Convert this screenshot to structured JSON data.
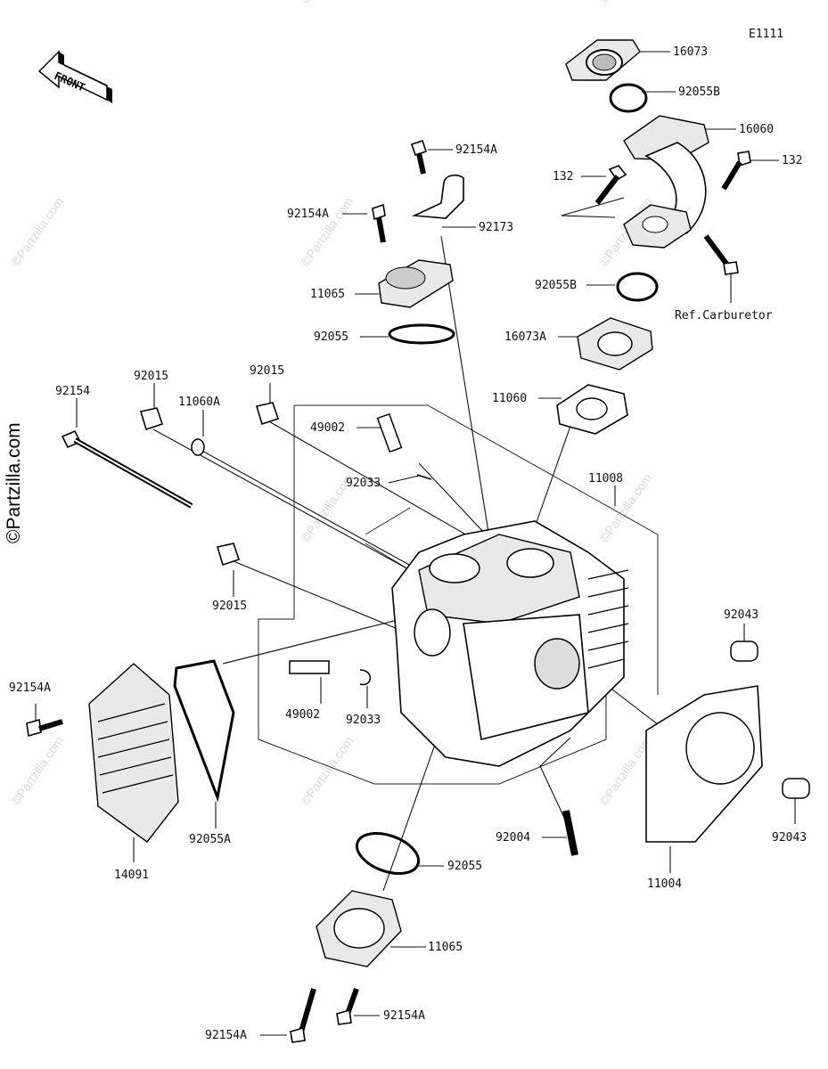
{
  "diagram_code": "E1111",
  "front_arrow": {
    "text": "FRONT"
  },
  "reference": "Ref.Carburetor",
  "watermark": {
    "text": "©Partzilla.com",
    "large_text": "©Partzilla.com"
  },
  "callouts": [
    {
      "id": "c16073",
      "label": "16073"
    },
    {
      "id": "c92055B_top",
      "label": "92055B"
    },
    {
      "id": "c16060",
      "label": "16060"
    },
    {
      "id": "c132_l",
      "label": "132"
    },
    {
      "id": "c132_r",
      "label": "132"
    },
    {
      "id": "c92154A_1",
      "label": "92154A"
    },
    {
      "id": "c92154A_2",
      "label": "92154A"
    },
    {
      "id": "c92173",
      "label": "92173"
    },
    {
      "id": "c11065_top",
      "label": "11065"
    },
    {
      "id": "c92055_top",
      "label": "92055"
    },
    {
      "id": "c92055B_mid",
      "label": "92055B"
    },
    {
      "id": "c16073A",
      "label": "16073A"
    },
    {
      "id": "c11060",
      "label": "11060"
    },
    {
      "id": "c92015_a",
      "label": "92015"
    },
    {
      "id": "c92015_b",
      "label": "92015"
    },
    {
      "id": "c11060A",
      "label": "11060A"
    },
    {
      "id": "c92154",
      "label": "92154"
    },
    {
      "id": "c49002_top",
      "label": "49002"
    },
    {
      "id": "c92033_top",
      "label": "92033"
    },
    {
      "id": "c11008",
      "label": "11008"
    },
    {
      "id": "c92015_c",
      "label": "92015"
    },
    {
      "id": "c92043_top",
      "label": "92043"
    },
    {
      "id": "c92154A_3",
      "label": "92154A"
    },
    {
      "id": "c49002_bot",
      "label": "49002"
    },
    {
      "id": "c92033_bot",
      "label": "92033"
    },
    {
      "id": "c14091",
      "label": "14091"
    },
    {
      "id": "c92055A",
      "label": "92055A"
    },
    {
      "id": "c92004",
      "label": "92004"
    },
    {
      "id": "c92055_bot",
      "label": "92055"
    },
    {
      "id": "c11004",
      "label": "11004"
    },
    {
      "id": "c92043_bot",
      "label": "92043"
    },
    {
      "id": "c11065_bot",
      "label": "11065"
    },
    {
      "id": "c92154A_4",
      "label": "92154A"
    },
    {
      "id": "c92154A_5",
      "label": "92154A"
    }
  ]
}
